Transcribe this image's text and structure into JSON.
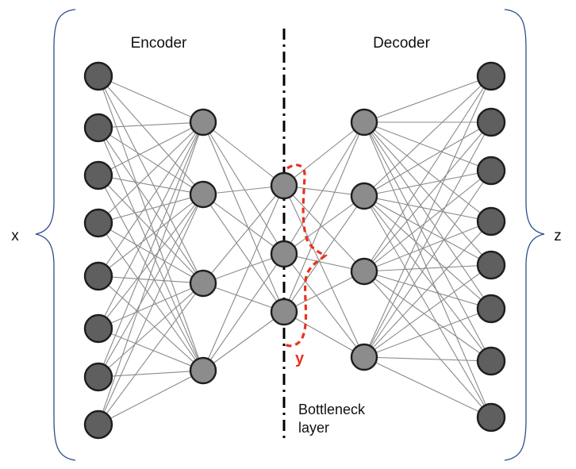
{
  "labels": {
    "encoder": "Encoder",
    "decoder": "Decoder",
    "input": "x",
    "output": "z",
    "bottleneck_line1": "Bottleneck",
    "bottleneck_line2": "layer",
    "code": "y"
  },
  "network": {
    "layer_sizes": [
      8,
      4,
      3,
      4,
      8
    ],
    "bottleneck_layer_index": 2
  },
  "colors": {
    "outer_node_fill": "#5f5f5f",
    "hidden_node_fill": "#8c8c8c",
    "node_stroke": "#1e1e1e",
    "edge": "#8a8a8a",
    "brace": "#2b4f8a",
    "divider": "#000000",
    "highlight": "#e8321e"
  }
}
